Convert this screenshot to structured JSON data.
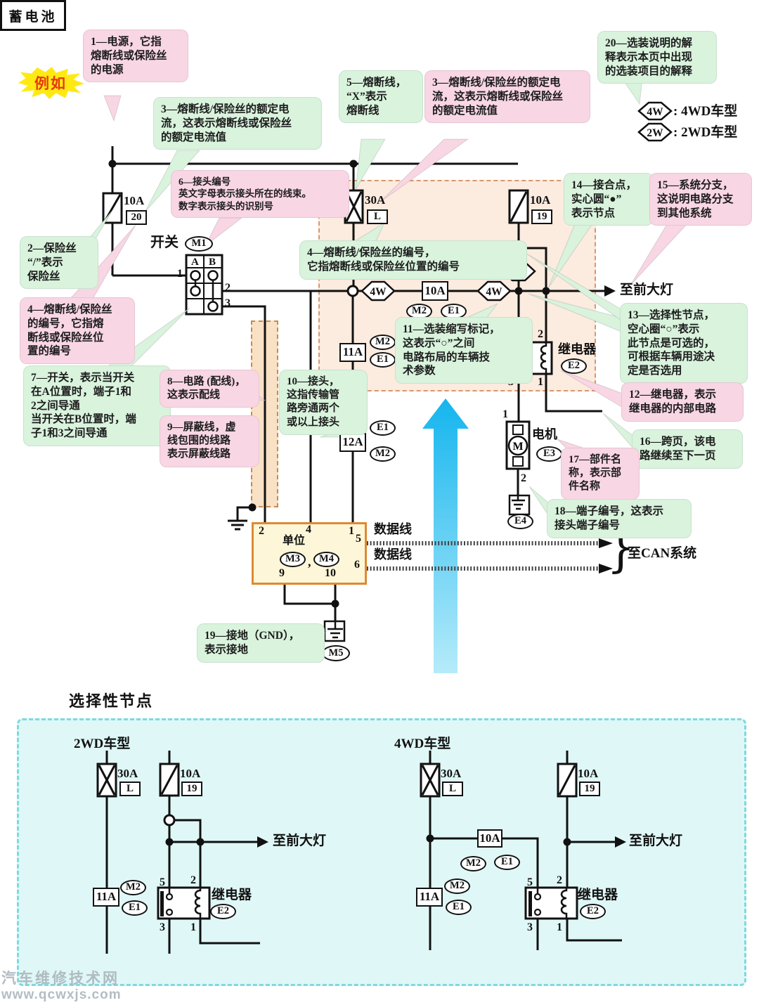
{
  "badge": "例如",
  "watermark": {
    "l1": "汽车维修技术网",
    "l2": "www.qcwxjs.com"
  },
  "legend": {
    "h4": "4W",
    "h2": "2W",
    "t4": ": 4WD车型",
    "t2": ": 2WD车型"
  },
  "headings": {
    "optional_node": "选择性节点",
    "w2d": "2WD车型",
    "w4d": "4WD车型"
  },
  "components": {
    "battery": "蓄电池",
    "switch": "开关",
    "unit": "单位",
    "relay": "继电器",
    "motor": "电机",
    "motor_m": "M"
  },
  "flow": {
    "headlamp": "至前大灯",
    "data_line": "数据线",
    "to_can": "至CAN系统",
    "brace": "}"
  },
  "badges": {
    "m1": "M1",
    "m2": "M2",
    "m3": "M3",
    "m4": "M4",
    "m5": "M5",
    "e1": "E1",
    "e2": "E2",
    "e3": "E3",
    "e4": "E4",
    "comma": ","
  },
  "ratings": {
    "a10": "10A",
    "a30": "30A",
    "a11": "11A",
    "a12": "12A",
    "n19": "19",
    "n20": "20",
    "nl": "L"
  },
  "pins": {
    "p1": "1",
    "p2": "2",
    "p3": "3",
    "p4": "4",
    "p5": "5",
    "p6": "6",
    "p9": "9",
    "p10": "10",
    "a": "A",
    "b": "B"
  },
  "hex": {
    "w4": "4W",
    "w2": "2W"
  },
  "callouts": {
    "c1": "1—电源，它指\n熔断线或保险丝\n的电源",
    "c2": "2—保险丝\n“/”表示\n保险丝",
    "c3a": "3—熔断线/保险丝的额定电\n流，这表示熔断线或保险丝\n的额定电流值",
    "c3b": "3—熔断线/保险丝的额定电\n流，这表示熔断线或保险丝\n的额定电流值",
    "c4a": "4—熔断线/保险丝\n的编号，它指熔\n断线或保险丝位\n置的编号",
    "c4b": "4—熔断线/保险丝的编号，\n它指熔断线或保险丝位置的编号",
    "c5": "5—熔断线，\n“X”表示\n熔断线",
    "c6": "6—接头编号\n英文字母表示接头所在的线束。\n数字表示接头的识别号",
    "c7": "7—开关，表示当开关\n在A位置时，端子1和\n2之间导通\n当开关在B位置时，端\n子1和3之间导通",
    "c8": "8—电路 (配线)，\n这表示配线",
    "c9": "9—屏蔽线，虚\n线包围的线路\n表示屏蔽线路",
    "c10": "10—接头，\n这指传输管\n路旁通两个\n或以上接头",
    "c11": "11—选装缩写标记，\n这表示“○”之间\n电路布局的车辆技\n术参数",
    "c12": "12—继电器，表示\n继电器的内部电路",
    "c13": "13—选择性节点，\n空心圈“○”表示\n此节点是可选的，\n可根据车辆用途决\n定是否选用",
    "c14": "14—接合点，\n实心圆“●”\n表示节点",
    "c15": "15—系统分支，\n这说明电路分支\n到其他系统",
    "c16": "16—跨页，该电\n路继续至下一页",
    "c17": "17—部件名\n称，表示部\n件名称",
    "c18": "18—端子编号，这表示\n接头端子编号",
    "c19": "19—接地（GND），\n表示接地",
    "c20": "20—选装说明的解\n释表示本页中出现\n的选装项目的解释"
  }
}
